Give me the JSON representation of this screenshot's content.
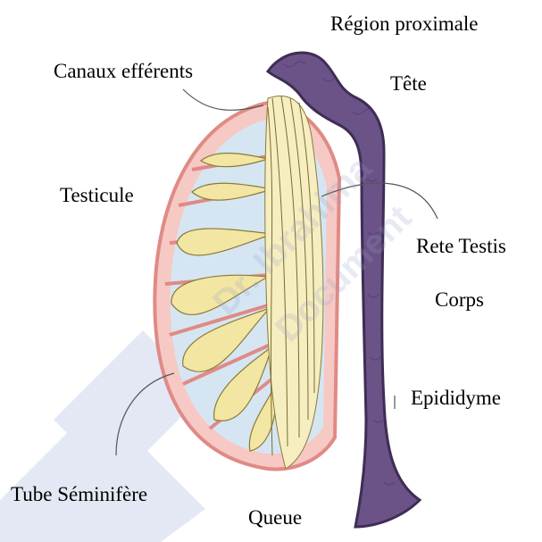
{
  "labels": {
    "region_proximale": "Région proximale",
    "canaux_efferents": "Canaux efférents",
    "tete": "Tête",
    "testicule": "Testicule",
    "rete_testis": "Rete Testis",
    "corps": "Corps",
    "epididyme": "Epididyme",
    "tube_seminifere": "Tube Séminifère",
    "queue": "Queue"
  },
  "watermark": {
    "line1": "Dr. Ibrahima",
    "line2": "Document"
  },
  "colors": {
    "epididymis": "#6b5287",
    "epididymis_dark": "#3e2d55",
    "tunica": "#ef9b98",
    "lobule_fill": "#cfe3f0",
    "tubule": "#f3e6a3",
    "watermark": "#c6cfe8"
  }
}
